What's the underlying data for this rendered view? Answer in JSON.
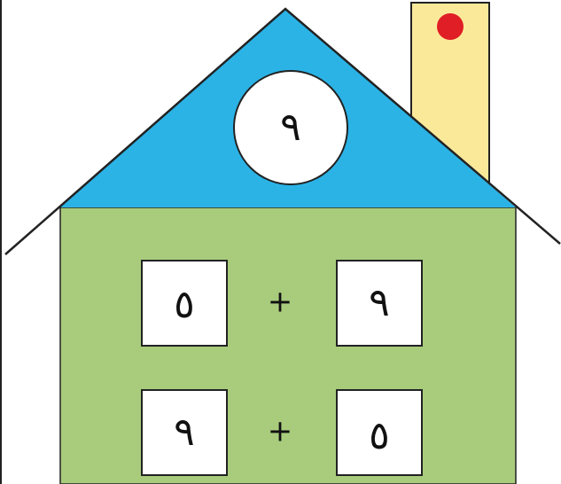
{
  "colors": {
    "roof": "#2bb3e6",
    "wall": "#a8cc7c",
    "chimney": "#fbe99a",
    "dot": "#e01e25",
    "outline": "#222222",
    "box": "#ffffff"
  },
  "roof": {
    "number": "٩"
  },
  "equations": [
    {
      "left": "٥",
      "operator": "+",
      "right": "٩"
    },
    {
      "left": "٩",
      "operator": "+",
      "right": "٥"
    }
  ]
}
